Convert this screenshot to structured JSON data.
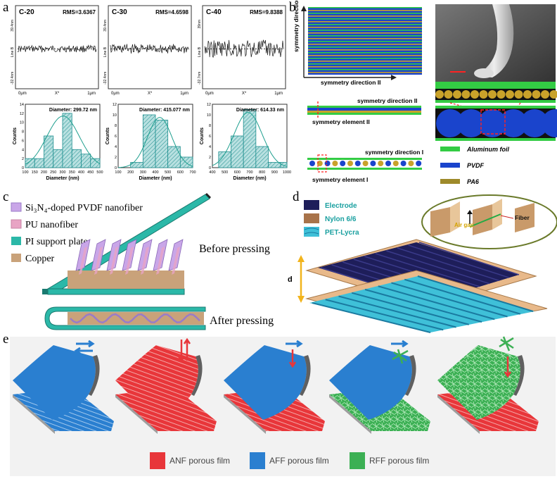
{
  "panel_labels": {
    "a": "a",
    "b": "b",
    "c": "c",
    "d": "d",
    "e": "e"
  },
  "colors": {
    "teal": "#1fa5a5",
    "hatch_fill": "#b8e0e0",
    "green_layer": "#33cc44",
    "blue_layer": "#1a44cc",
    "pa6": "#9e8a2a",
    "pvdf_nanofiber": "#c9a6e8",
    "pu_nanofiber": "#e8a4c4",
    "pi_plate": "#2bb8a8",
    "copper": "#c9a27a",
    "electrode": "#1e1e5a",
    "nylon": "#a8734a",
    "pet_lycra": "#3fc0d8",
    "anf": "#e8363a",
    "aff": "#2a7fd0",
    "rff": "#3cb054"
  },
  "panel_a": {
    "roughness": [
      {
        "sample": "C-20",
        "rms": "RMS=3.6367",
        "y_top": "39.4nm",
        "y_bottom": "-32.4nm",
        "y_label": "Line B"
      },
      {
        "sample": "C-30",
        "rms": "RMS=4.6598",
        "y_top": "39.4nm",
        "y_bottom": "-32.4nm",
        "y_label": "Line B"
      },
      {
        "sample": "C-40",
        "rms": "RMS=9.8388",
        "y_top": "39nm",
        "y_bottom": "-32.7nm",
        "y_label": "Line B"
      }
    ],
    "x_ticks": [
      "0μm",
      "X*",
      "1μm"
    ]
  },
  "chart_data": [
    {
      "type": "bar",
      "title": "Diameter: 299.72 nm",
      "xlabel": "Diameter (nm)",
      "ylabel": "Counts",
      "x_ticks": [
        "100",
        "150",
        "200",
        "250",
        "300",
        "350",
        "400",
        "450",
        "500"
      ],
      "y_ticks": [
        "0",
        "2",
        "4",
        "6",
        "8",
        "10",
        "12",
        "14"
      ],
      "xlim": [
        100,
        500
      ],
      "ylim": [
        0,
        14
      ],
      "bins": [
        [
          100,
          150
        ],
        [
          150,
          200
        ],
        [
          200,
          250
        ],
        [
          250,
          300
        ],
        [
          300,
          350
        ],
        [
          350,
          400
        ],
        [
          400,
          450
        ],
        [
          450,
          500
        ]
      ],
      "values": [
        2,
        2,
        7,
        4,
        12,
        4,
        3,
        2
      ]
    },
    {
      "type": "bar",
      "title": "Diameter: 415.077 nm",
      "xlabel": "Diameter (nm)",
      "ylabel": "Counts",
      "x_ticks": [
        "100",
        "200",
        "300",
        "400",
        "500",
        "600",
        "700"
      ],
      "y_ticks": [
        "0",
        "2",
        "4",
        "6",
        "8",
        "10",
        "12"
      ],
      "xlim": [
        100,
        700
      ],
      "ylim": [
        0,
        12
      ],
      "bins": [
        [
          200,
          300
        ],
        [
          300,
          400
        ],
        [
          400,
          500
        ],
        [
          500,
          600
        ],
        [
          600,
          700
        ]
      ],
      "values": [
        1,
        10,
        9,
        4,
        2
      ]
    },
    {
      "type": "bar",
      "title": "Diameter: 614.33 nm",
      "xlabel": "Diameter (nm)",
      "ylabel": "Counts",
      "x_ticks": [
        "400",
        "500",
        "600",
        "700",
        "800",
        "900",
        "1000"
      ],
      "y_ticks": [
        "0",
        "2",
        "4",
        "6",
        "8",
        "10",
        "12"
      ],
      "xlim": [
        400,
        1000
      ],
      "ylim": [
        0,
        12
      ],
      "bins": [
        [
          450,
          550
        ],
        [
          550,
          650
        ],
        [
          650,
          750
        ],
        [
          750,
          850
        ],
        [
          850,
          950
        ],
        [
          950,
          1000
        ]
      ],
      "values": [
        3,
        6,
        11,
        4,
        1,
        1
      ]
    }
  ],
  "panel_b": {
    "symmetry_direction_I": "symmetry direction I",
    "symmetry_direction_II": "symmetry direction II",
    "symmetry_element_I": "symmetry element I",
    "symmetry_element_II": "symmetry element II",
    "legend": [
      "Aluminum foil",
      "PVDF",
      "PA6"
    ]
  },
  "panel_c": {
    "legend": [
      "Si₃N₄-doped PVDF nanofiber",
      "PU nanofiber",
      "PI support plate",
      "Copper"
    ],
    "before": "Before pressing",
    "after": "After pressing"
  },
  "panel_d": {
    "legend": [
      "Electrode",
      "Nylon 6/6",
      "PET-Lycra"
    ],
    "air_gap": "Air gap",
    "fiber": "Fiber",
    "dim": "d"
  },
  "panel_e": {
    "legend": [
      "ANF porous film",
      "AFF porous film",
      "RFF porous film"
    ]
  }
}
